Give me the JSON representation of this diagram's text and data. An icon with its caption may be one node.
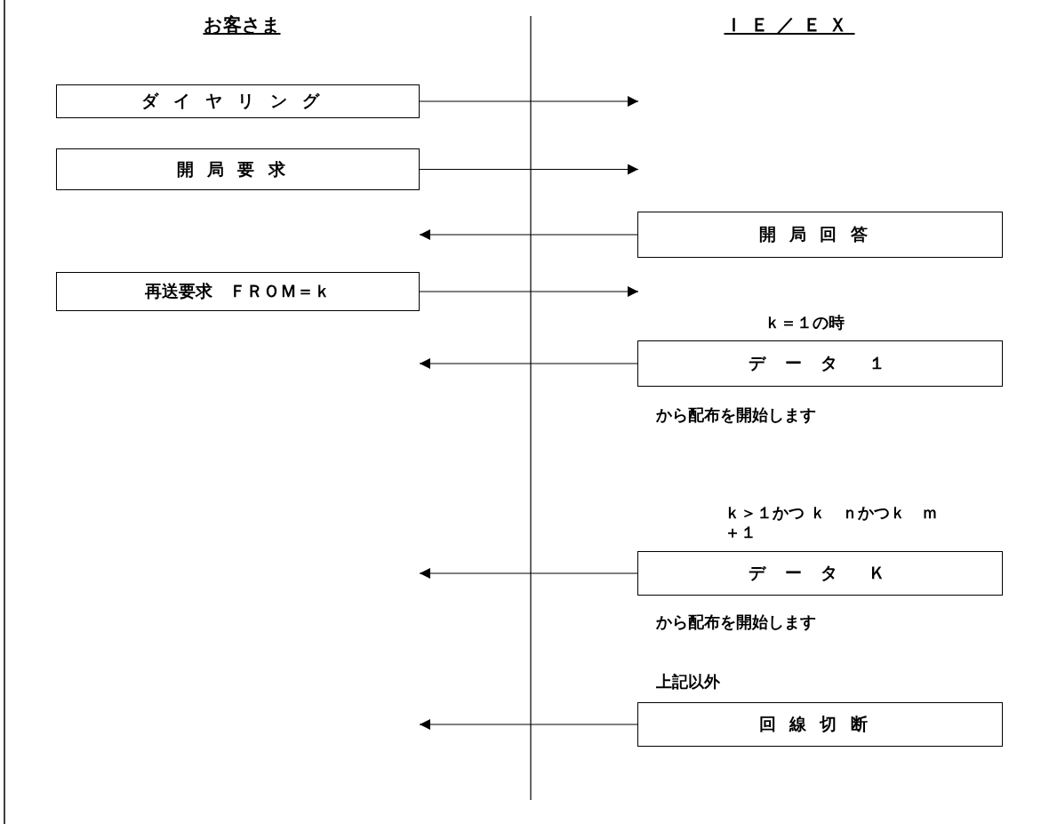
{
  "diagram": {
    "nodes": [
      {
        "text": [
          "ダイヤリング"
        ]
      },
      {
        "text": [
          "開局要求"
        ]
      },
      {
        "text": [
          "開局回答"
        ]
      },
      {
        "text": [
          "再送要求　ＦＲＯＭ＝ｋ"
        ]
      },
      {
        "text": [
          "デ ー タ　１"
        ],
        "beside": [
          "ｋ＝１の時",
          "から配布を開始します"
        ]
      },
      {
        "text": [
          "デ ー タ　Ｋ"
        ],
        "beside": [
          "ｋ＞１かつ ｋ　ｎかつｋ　ｍ＋１",
          "から配布を開始します"
        ]
      },
      {
        "text": [
          "回線切断"
        ],
        "beside": [
          "上記以外"
        ]
      }
    ],
    "edges": [
      {
        "from": 0,
        "to": null,
        "arrow": "to"
      },
      {
        "from": 1,
        "to": null,
        "arrow": "to"
      },
      {
        "from": 2,
        "to": null,
        "arrow": "to"
      },
      {
        "from": 3,
        "to": null,
        "arrow": "to"
      },
      {
        "from": 4,
        "to": null,
        "arrow": "to"
      },
      {
        "from": 5,
        "to": null,
        "arrow": "to"
      },
      {
        "from": 6,
        "to": null,
        "arrow": "to"
      }
    ],
    "labels": [
      "お客さま",
      "ＩＥ／ＥＸ"
    ]
  }
}
